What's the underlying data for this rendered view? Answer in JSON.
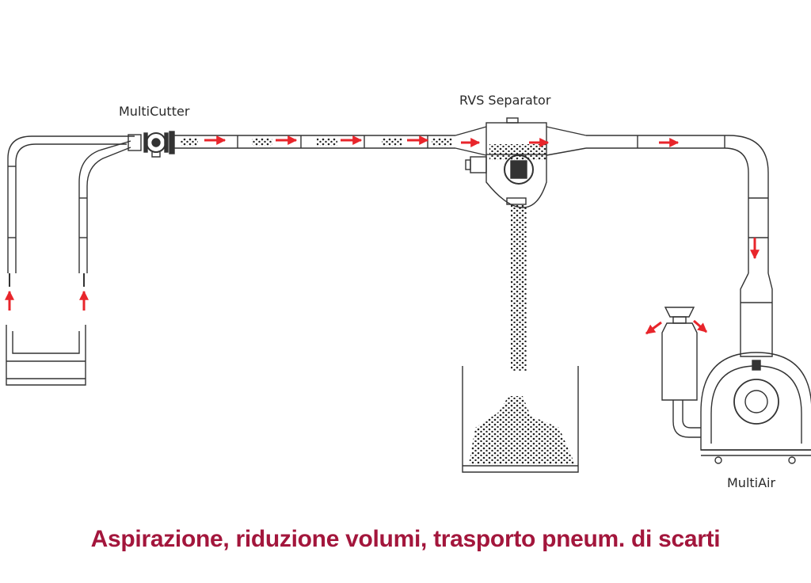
{
  "labels": {
    "multicutter": "MultiCutter",
    "rvs_separator": "RVS Separator",
    "multiair": "MultiAir"
  },
  "caption": "Aspirazione, riduzione volumi, trasporto pneum. di scarti",
  "colors": {
    "arrow": "#e8252b",
    "caption": "#a3163c",
    "line": "#333333"
  }
}
